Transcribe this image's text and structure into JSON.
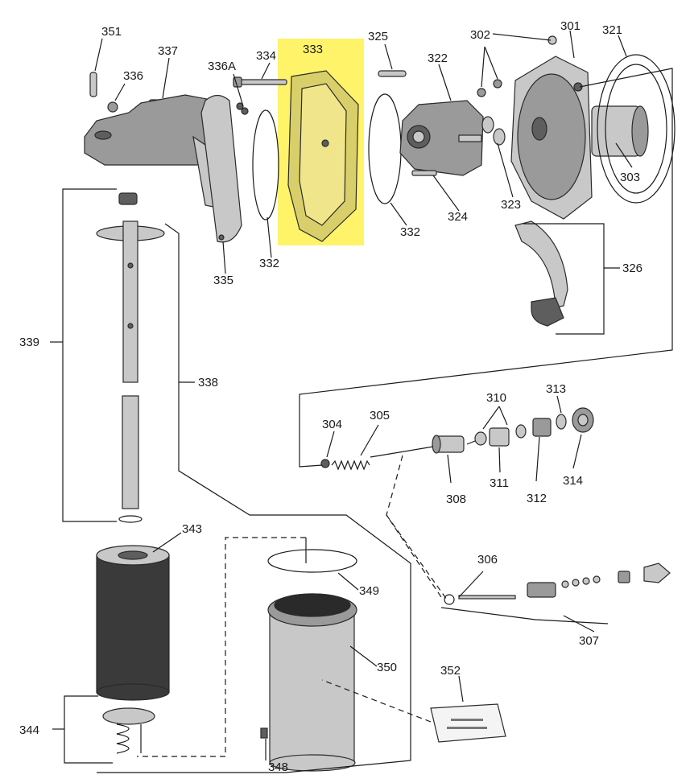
{
  "colors": {
    "highlight": "#fff36a",
    "ink": "#1a1a1a",
    "metal": "#9a9a9a"
  },
  "highlighted_part": "333",
  "labels": {
    "p351": "351",
    "p337": "337",
    "p336": "336",
    "p336A": "336A",
    "p334": "334",
    "p333": "333",
    "p325": "325",
    "p322": "322",
    "p302": "302",
    "p301": "301",
    "p321": "321",
    "p303": "303",
    "p323": "323",
    "p324": "324",
    "p332a": "332",
    "p332b": "332",
    "p335": "335",
    "p326": "326",
    "p339": "339",
    "p338": "338",
    "p310": "310",
    "p313": "313",
    "p304": "304",
    "p305": "305",
    "p308": "308",
    "p311": "311",
    "p312": "312",
    "p314": "314",
    "p306": "306",
    "p307": "307",
    "p343": "343",
    "p349": "349",
    "p350": "350",
    "p352": "352",
    "p344": "344",
    "p348": "348"
  }
}
